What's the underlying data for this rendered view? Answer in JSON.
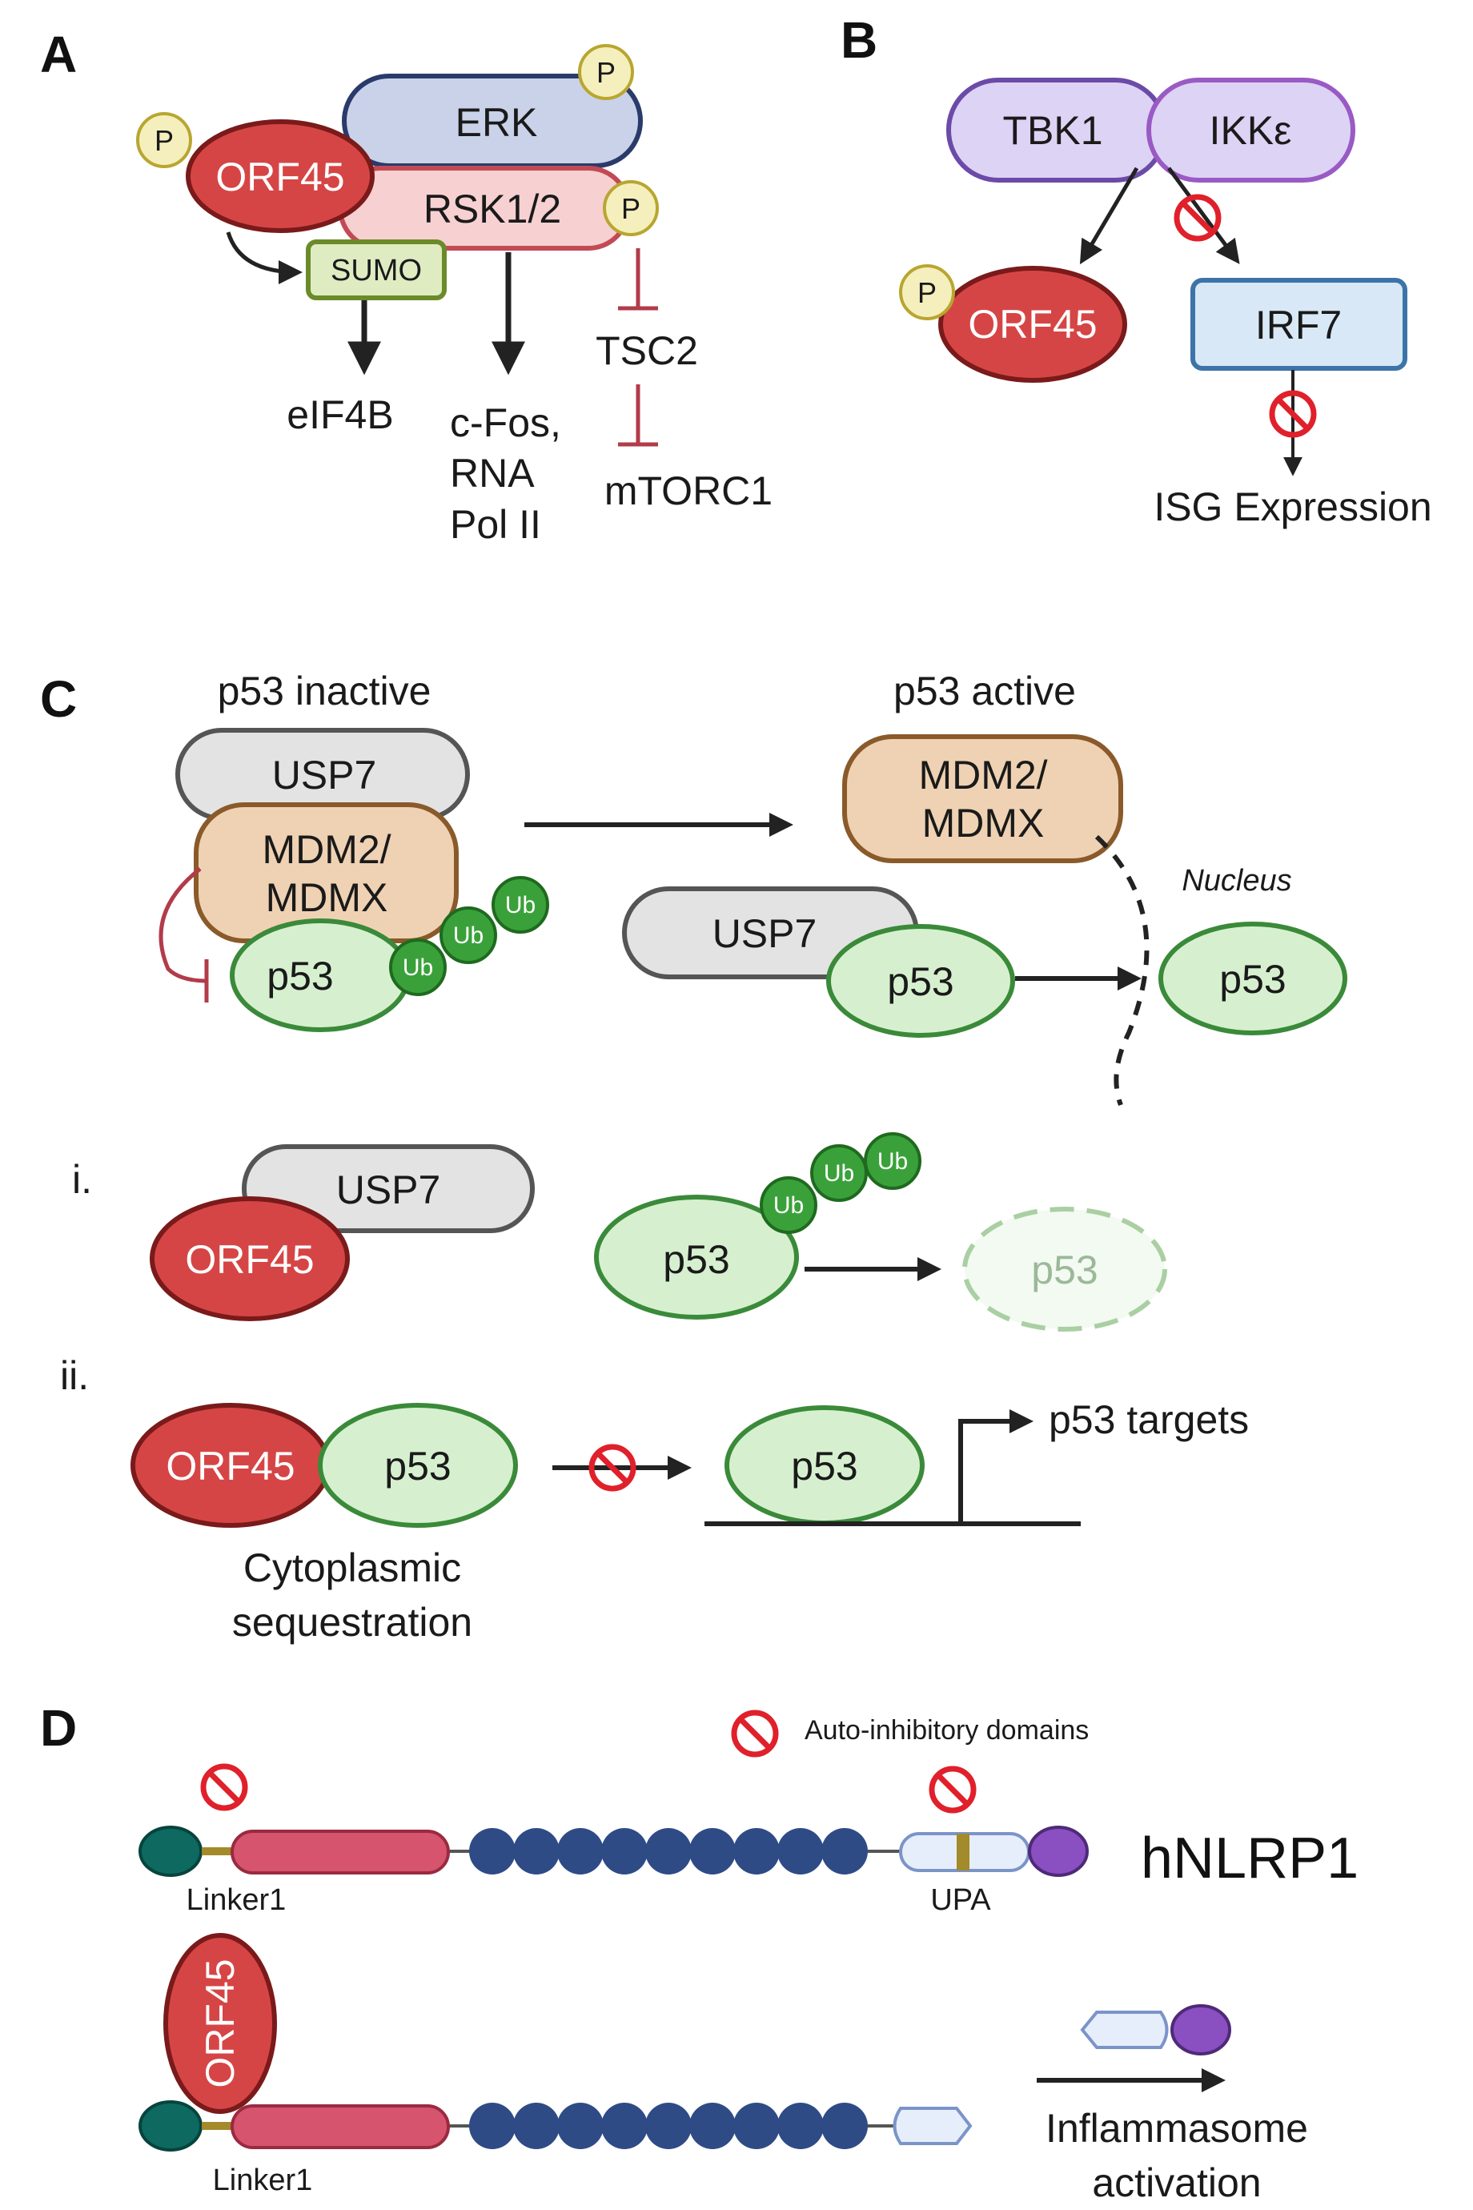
{
  "panels": {
    "A": {
      "letter": "A",
      "erk": "ERK",
      "orf45": "ORF45",
      "rsk": "RSK1/2",
      "sumo": "SUMO",
      "p": "P",
      "eif4b": "eIF4B",
      "cfos_line1": "c-Fos,",
      "cfos_line2": "RNA",
      "cfos_line3": "Pol II",
      "tsc2": "TSC2",
      "mtorc1": "mTORC1"
    },
    "B": {
      "letter": "B",
      "tbk1": "TBK1",
      "ikke": "IKKε",
      "orf45": "ORF45",
      "irf7": "IRF7",
      "p": "P",
      "isg": "ISG Expression"
    },
    "C": {
      "letter": "C",
      "p53_inactive": "p53 inactive",
      "p53_active": "p53 active",
      "usp7": "USP7",
      "mdm2_line1": "MDM2/",
      "mdm2_line2": "MDMX",
      "p53": "p53",
      "ub": "Ub",
      "nucleus": "Nucleus",
      "i_label": "i.",
      "ii_label": "ii.",
      "orf45": "ORF45",
      "p53_targets": "p53 targets",
      "cyto_line1": "Cytoplasmic",
      "cyto_line2": "sequestration"
    },
    "D": {
      "letter": "D",
      "auto_inhib": "Auto-inhibitory domains",
      "linker1": "Linker1",
      "upa": "UPA",
      "hnlrp1": "hNLRP1",
      "orf45": "ORF45",
      "inflam_line1": "Inflammasome",
      "inflam_line2": "activation"
    }
  },
  "colors": {
    "orf45_fill": "#d64545",
    "erk_fill": "#c9d2e8",
    "rsk_fill": "#f7d0d2",
    "sumo_fill": "#dfecc2",
    "p_fill": "#f5efbd",
    "tbk_fill": "#ddd3f5",
    "irf7_fill": "#d8e8f6",
    "usp7_fill": "#e3e3e3",
    "mdm2_fill": "#efd2b3",
    "p53_fill": "#d6f0cf",
    "ub_fill": "#3aa13a",
    "inhibit_red": "#b23b4a",
    "nlrp_red": "#d6546e",
    "lrr_blue": "#2f4b86",
    "card_purple": "#8a4fc0",
    "pyd_teal": "#0e6960"
  },
  "icons": [
    "no-symbol-icon",
    "arrow-icon",
    "inhibition-bar-icon",
    "promoter-arrow-icon"
  ]
}
